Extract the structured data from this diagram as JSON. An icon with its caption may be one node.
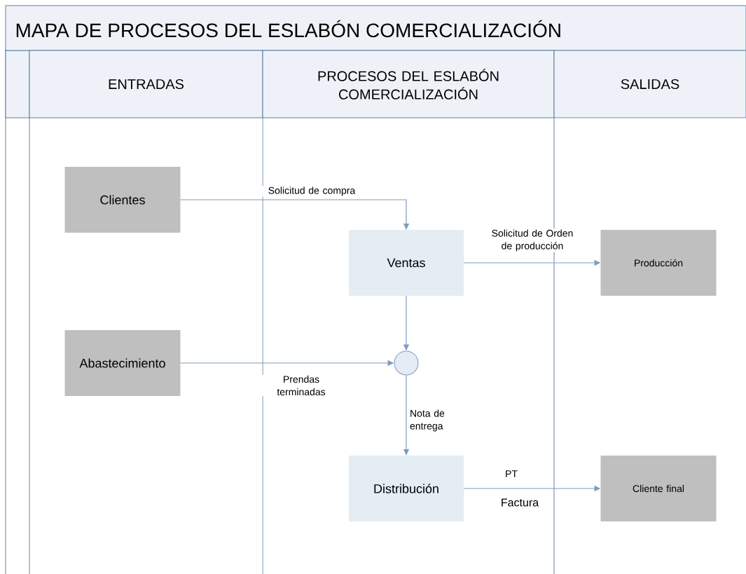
{
  "diagram": {
    "title": "MAPA DE PROCESOS DEL ESLABÓN COMERCIALIZACIÓN",
    "nodes": [
      {
        "text": [
          "ENTRADAS"
        ]
      },
      {
        "text": [
          "PROCESOS DEL ESLABÓN COMERCIALIZACIÓN"
        ]
      },
      {
        "text": [
          "SALIDAS"
        ]
      },
      {
        "text": [
          "Clientes"
        ]
      },
      {
        "text": [
          "Ventas"
        ]
      },
      {
        "text": [
          "Producción"
        ]
      },
      {
        "text": [
          "Abastecimiento"
        ]
      },
      {
        "text": [],
        "shape": "circle"
      },
      {
        "text": [
          "Distribución"
        ]
      },
      {
        "text": [
          "Cliente final"
        ]
      }
    ],
    "edges": [
      {
        "from": 3,
        "to": 4,
        "arrow": "to",
        "label": "Solicitud de compra"
      },
      {
        "from": 4,
        "to": 5,
        "arrow": "to",
        "label": "Solicitud de Orden de producción"
      },
      {
        "from": 4,
        "to": 7,
        "arrow": "to"
      },
      {
        "from": 6,
        "to": 7,
        "arrow": "to",
        "label": "Prendas terminadas"
      },
      {
        "from": 7,
        "to": 8,
        "arrow": "to",
        "label": "Nota de entrega"
      },
      {
        "from": 8,
        "to": 9,
        "arrow": "to",
        "label": "PT"
      }
    ],
    "labels": [
      "Factura"
    ]
  }
}
